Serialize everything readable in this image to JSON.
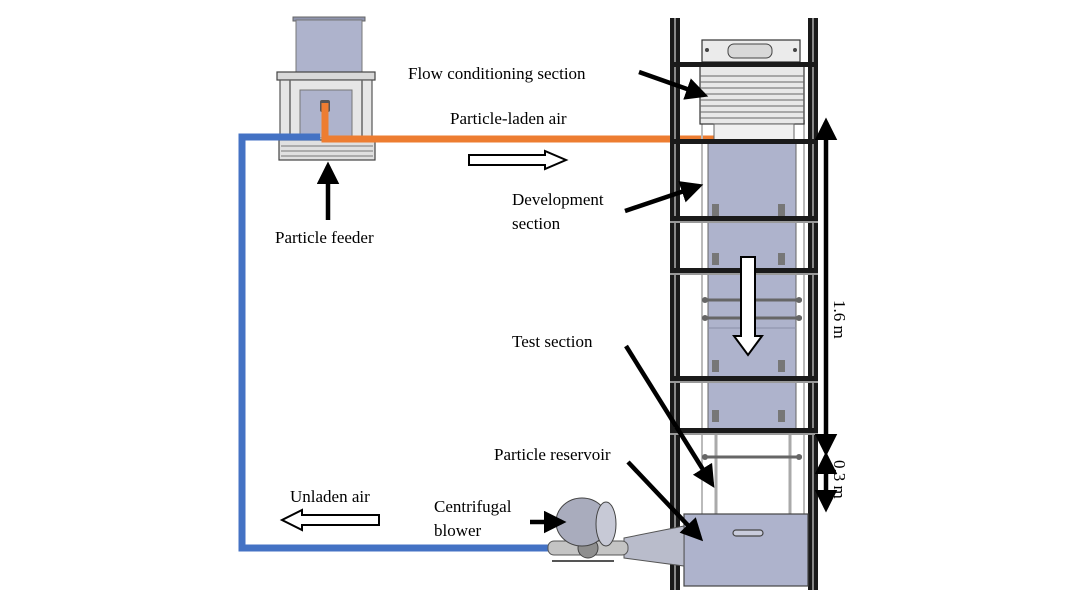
{
  "labels": {
    "flow_conditioning": "Flow conditioning section",
    "particle_laden_air": "Particle-laden air",
    "development_line1": "Development",
    "development_line2": "section",
    "particle_feeder": "Particle feeder",
    "test_section": "Test section",
    "particle_reservoir": "Particle reservoir",
    "unladen_air": "Unladen air",
    "centrifugal_line1": "Centrifugal",
    "centrifugal_line2": "blower",
    "dim_1_6": "1.6 m",
    "dim_0_3": "0.3 m"
  },
  "colors": {
    "particle_laden_line": "#ed7d31",
    "unladen_line": "#4472c4",
    "section_fill": "#aeb3cc",
    "frame": "#1a1a1a"
  }
}
